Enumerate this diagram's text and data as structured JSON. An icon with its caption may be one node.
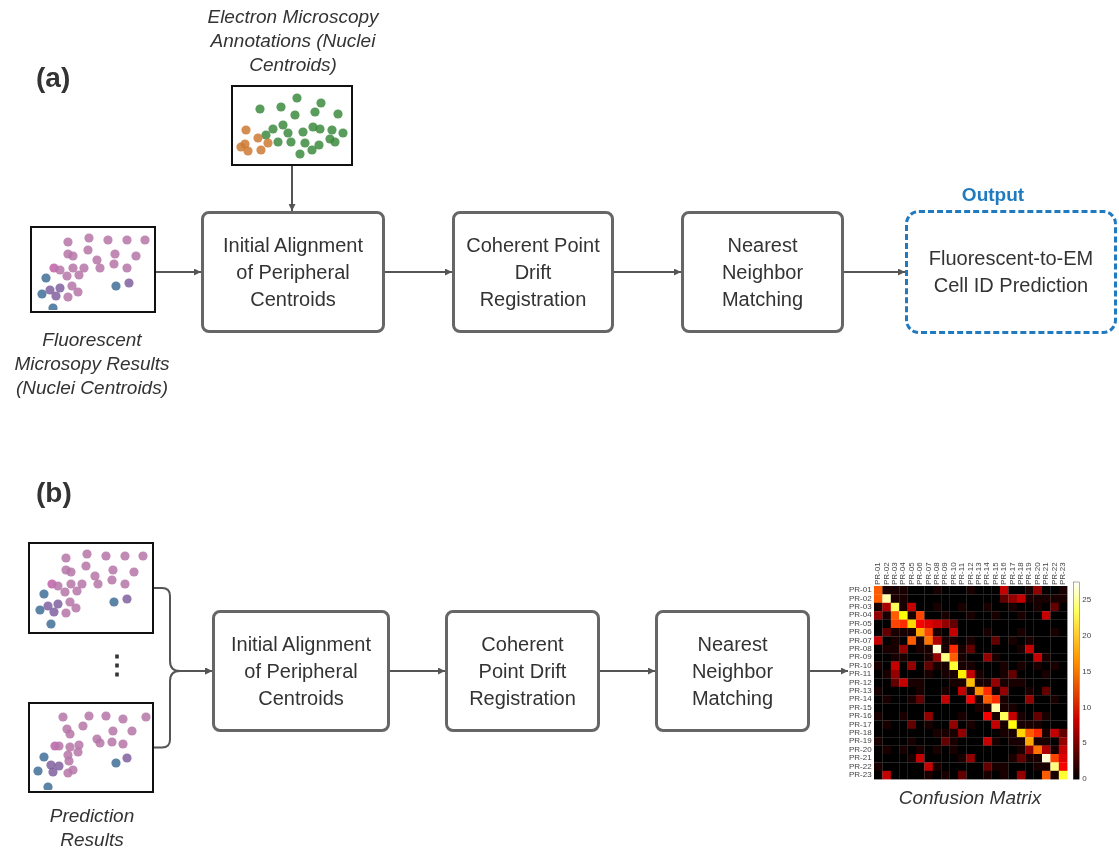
{
  "diagram": {
    "nodes": [
      {
        "text": [],
        "shape": "picture",
        "beside": [
          "Electron Microscopy Annotations (Nuclei Centroids)"
        ]
      },
      {
        "text": [],
        "shape": "picture",
        "beside": [
          "Fluorescent Microsopy Results (Nuclei Centroids)"
        ]
      },
      {
        "text": [
          "Initial Alignment of Peripheral Centroids"
        ]
      },
      {
        "text": [
          "Coherent Point Drift Registration"
        ]
      },
      {
        "text": [
          "Nearest Neighbor Matching"
        ]
      },
      {
        "text": [
          "Fluorescent-to-EM Cell ID Prediction"
        ],
        "beside": [
          "Output"
        ]
      },
      {
        "text": [],
        "shape": "picture"
      },
      {
        "text": [],
        "shape": "picture",
        "beside": [
          "Prediction Results"
        ]
      },
      {
        "text": [
          "Initial Alignment of Peripheral Centroids"
        ]
      },
      {
        "text": [
          "Coherent Point Drift Registration"
        ]
      },
      {
        "text": [
          "Nearest Neighbor Matching"
        ]
      },
      {
        "text": [],
        "shape": "picture",
        "beside": [
          "Confusion Matrix"
        ]
      }
    ],
    "edges": [
      {
        "from": 0,
        "to": 2,
        "arrow": "to"
      },
      {
        "from": 1,
        "to": 2,
        "arrow": "to"
      },
      {
        "from": 2,
        "to": 3,
        "arrow": "to"
      },
      {
        "from": 3,
        "to": 4,
        "arrow": "to"
      },
      {
        "from": 4,
        "to": 5,
        "arrow": "to"
      },
      {
        "from": 6,
        "to": 8,
        "arrow": "to"
      },
      {
        "from": 7,
        "to": 8,
        "arrow": "to"
      },
      {
        "from": 8,
        "to": 9,
        "arrow": "to"
      },
      {
        "from": 9,
        "to": 10,
        "arrow": "to"
      },
      {
        "from": 10,
        "to": 11,
        "arrow": "to"
      }
    ],
    "labels": [
      "(a)",
      "(b)",
      "⋮",
      "PR-01",
      "PR-02",
      "PR-03",
      "PR-04",
      "PR-05",
      "PR-06",
      "PR-07",
      "PR-08",
      "PR-09",
      "PR-10",
      "PR-11",
      "PR-12",
      "PR-13",
      "PR-14",
      "PR-15",
      "PR-16",
      "PR-17",
      "PR-18",
      "PR-19",
      "PR-20",
      "PR-21",
      "PR-22",
      "PR-23",
      "PR-01",
      "PR-02",
      "PR-03",
      "PR-04",
      "PR-05",
      "PR-06",
      "PR-07",
      "PR-08",
      "PR-09",
      "PR-10",
      "PR-11",
      "PR-12",
      "PR-13",
      "PR-14",
      "PR-15",
      "PR-16",
      "PR-17",
      "PR-18",
      "PR-19",
      "PR-20",
      "PR-21",
      "PR-22",
      "PR-23",
      "0",
      "5",
      "10",
      "15",
      "20",
      "25"
    ]
  }
}
